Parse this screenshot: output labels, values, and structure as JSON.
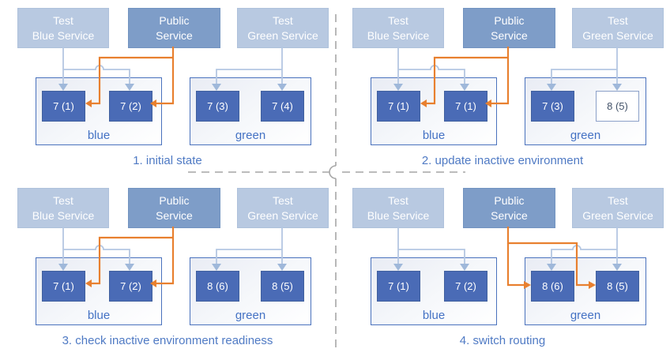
{
  "title": "blue-green deployment steps diagram",
  "colors": {
    "test_service_fill": "#b8c9e1",
    "public_service_fill": "#7e9dc8",
    "pod_fill": "#4a6bb6",
    "pod_updating_outline": "#8ba0c8",
    "pod_updating_text": "#44546a",
    "environment_border": "#4a72bd",
    "environment_label_text": "#4472c4",
    "caption_text": "#4f7ac4",
    "connector_test": "#b4c7e2",
    "connector_public": "#e8802f",
    "divider_gray": "#a6a6a6"
  },
  "panels": [
    {
      "caption": "1. initial state",
      "public_route": "blue",
      "services": [
        {
          "line1": "Test",
          "line2": "Blue Service"
        },
        {
          "line1": "Public",
          "line2": "Service"
        },
        {
          "line1": "Test",
          "line2": "Green Service"
        }
      ],
      "environments": [
        {
          "name": "blue",
          "pods": [
            {
              "label": "7 (1)"
            },
            {
              "label": "7 (2)"
            }
          ]
        },
        {
          "name": "green",
          "pods": [
            {
              "label": "7 (3)"
            },
            {
              "label": "7 (4)"
            }
          ]
        }
      ]
    },
    {
      "caption": "2. update inactive environment",
      "public_route": "blue",
      "services": [
        {
          "line1": "Test",
          "line2": "Blue Service"
        },
        {
          "line1": "Public",
          "line2": "Service"
        },
        {
          "line1": "Test",
          "line2": "Green Service"
        }
      ],
      "environments": [
        {
          "name": "blue",
          "pods": [
            {
              "label": "7 (1)"
            },
            {
              "label": "7 (1)"
            }
          ]
        },
        {
          "name": "green",
          "pods": [
            {
              "label": "7 (3)"
            },
            {
              "label": "8 (5)",
              "state": "updating"
            }
          ]
        }
      ]
    },
    {
      "caption": "3. check inactive environment readiness",
      "public_route": "blue",
      "services": [
        {
          "line1": "Test",
          "line2": "Blue Service"
        },
        {
          "line1": "Public",
          "line2": "Service"
        },
        {
          "line1": "Test",
          "line2": "Green Service"
        }
      ],
      "environments": [
        {
          "name": "blue",
          "pods": [
            {
              "label": "7 (1)"
            },
            {
              "label": "7 (2)"
            }
          ]
        },
        {
          "name": "green",
          "pods": [
            {
              "label": "8 (6)"
            },
            {
              "label": "8 (5)"
            }
          ]
        }
      ]
    },
    {
      "caption": "4. switch routing",
      "public_route": "green",
      "services": [
        {
          "line1": "Test",
          "line2": "Blue Service"
        },
        {
          "line1": "Public",
          "line2": "Service"
        },
        {
          "line1": "Test",
          "line2": "Green Service"
        }
      ],
      "environments": [
        {
          "name": "blue",
          "pods": [
            {
              "label": "7 (1)"
            },
            {
              "label": "7 (2)"
            }
          ]
        },
        {
          "name": "green",
          "pods": [
            {
              "label": "8 (6)"
            },
            {
              "label": "8 (5)"
            }
          ]
        }
      ]
    }
  ]
}
